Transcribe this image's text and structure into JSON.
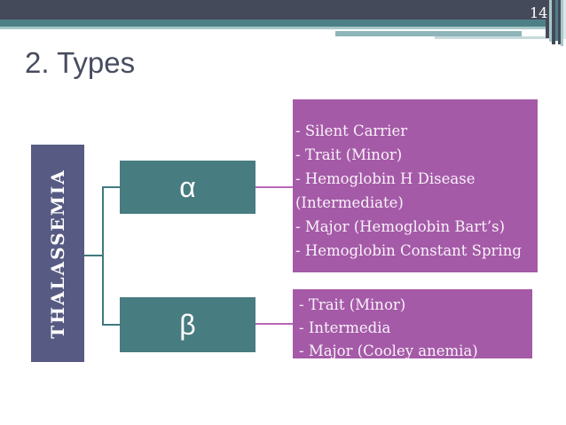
{
  "slide": {
    "page_number": "14",
    "title": "2. Types"
  },
  "diagram": {
    "root_label": "THALASSEMIA",
    "branches": [
      {
        "label": "α",
        "items": [
          "- Silent Carrier",
          "- Trait (Minor)",
          "- Hemoglobin H Disease (Intermediate)",
          "- Major (Hemoglobin Bart’s)",
          "- Hemoglobin Constant Spring"
        ]
      },
      {
        "label": "β",
        "items": [
          "- Trait (Minor)",
          "- Intermedia",
          "- Major (Cooley anemia)"
        ]
      }
    ]
  },
  "colors": {
    "header_dark": "#454a5b",
    "header_teal": "#4e8187",
    "header_light_teal": "#a9c7c8",
    "branch_box_teal": "#477c81",
    "root_box_purple": "#575b83",
    "detail_box_purple": "#a55aa8",
    "connector_teal": "#3e7a80",
    "connector_magenta": "#b766b7",
    "title_text": "#474c5f"
  }
}
